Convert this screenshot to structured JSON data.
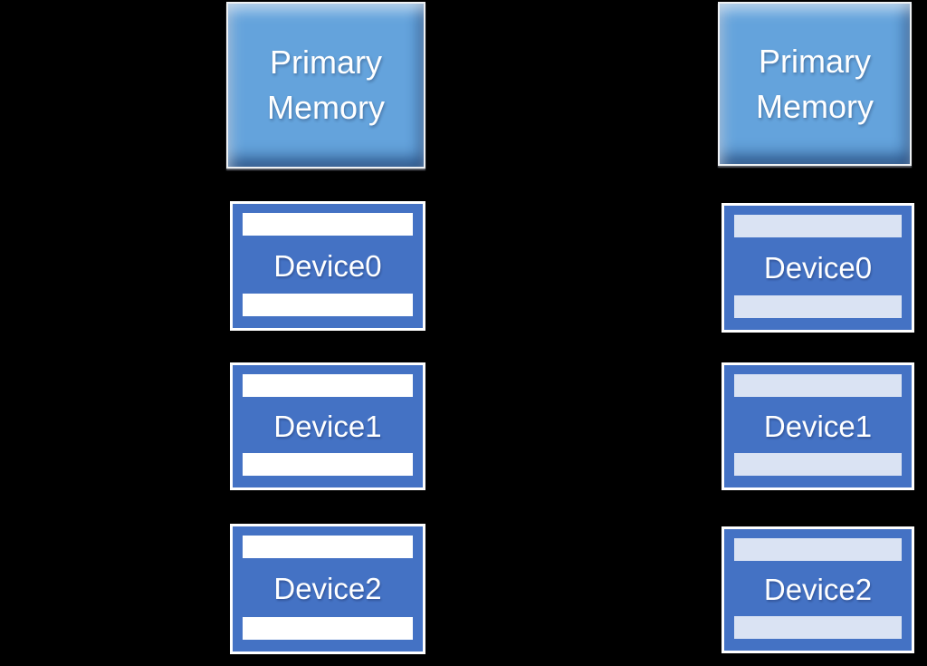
{
  "diagram": {
    "background": "#000000",
    "columns": [
      {
        "name": "left",
        "memory": {
          "label": "Primary Memory"
        },
        "devices": [
          {
            "label": "Device0",
            "bar_color": "#ffffff"
          },
          {
            "label": "Device1",
            "bar_color": "#ffffff"
          },
          {
            "label": "Device2",
            "bar_color": "#ffffff"
          }
        ]
      },
      {
        "name": "right",
        "memory": {
          "label": "Primary Memory"
        },
        "devices": [
          {
            "label": "Device0",
            "bar_color": "#dae3f3"
          },
          {
            "label": "Device1",
            "bar_color": "#dae3f3"
          },
          {
            "label": "Device2",
            "bar_color": "#dae3f3"
          }
        ]
      }
    ],
    "colors": {
      "memory_fill": "#64a3dc",
      "memory_frame": "#eef1f4",
      "device_fill": "#4472c4",
      "device_border": "#ffffff",
      "bar_white": "#ffffff",
      "bar_light_blue": "#dae3f3",
      "label_text": "#ffffff"
    }
  }
}
